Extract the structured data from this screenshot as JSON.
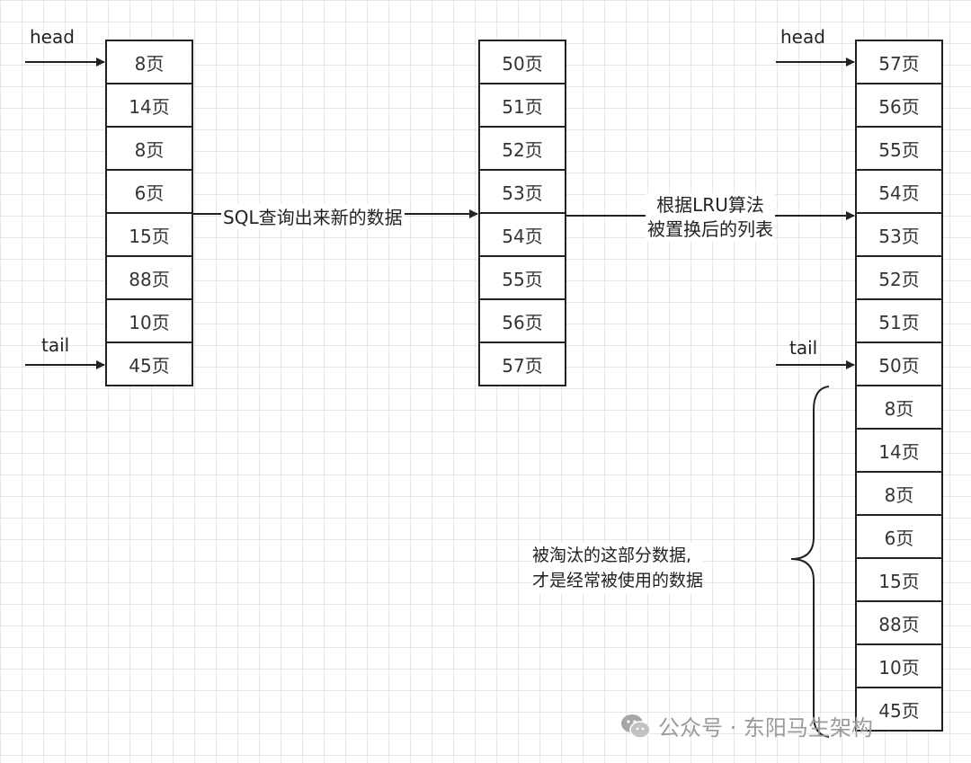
{
  "left_list": {
    "head_label": "head",
    "tail_label": "tail",
    "cells": [
      "8页",
      "14页",
      "8页",
      "6页",
      "15页",
      "88页",
      "10页",
      "45页"
    ]
  },
  "middle_list": {
    "cells": [
      "50页",
      "51页",
      "52页",
      "53页",
      "54页",
      "55页",
      "56页",
      "57页"
    ]
  },
  "right_list": {
    "head_label": "head",
    "tail_label": "tail",
    "cells": [
      "57页",
      "56页",
      "55页",
      "54页",
      "53页",
      "52页",
      "51页",
      "50页",
      "8页",
      "14页",
      "8页",
      "6页",
      "15页",
      "88页",
      "10页",
      "45页"
    ]
  },
  "arrow1_label": "SQL查询出来新的数据",
  "arrow2_label_line1": "根据LRU算法",
  "arrow2_label_line2": "被置换后的列表",
  "brace_note": {
    "line1": "被淘汰的这部分数据,",
    "line2": "才是经常被使用的数据"
  },
  "watermark": {
    "text": "公众号 · 东阳马生架构",
    "icon": "wechat-icon"
  }
}
